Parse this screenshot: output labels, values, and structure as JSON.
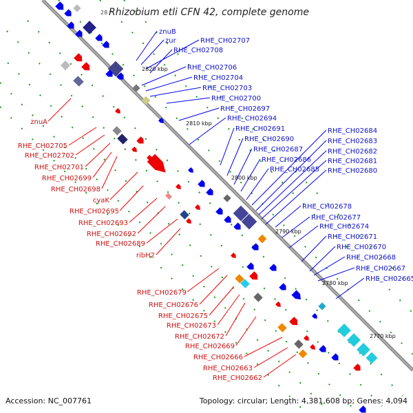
{
  "title": "Rhizobium etli CFN 42, complete genome",
  "title_prefix": "28",
  "scale_labels": [
    "2820 kbp",
    "2810 kbp",
    "2800 kbp",
    "2790 kbp",
    "2780 kbp",
    "2770 kbp"
  ],
  "red_labels": [
    "znuA",
    "RHE_CH02705",
    "RHE_CH02702",
    "RHE_CH02701",
    "RHE_CH02699",
    "RHE_CH02698",
    "cyaK",
    "RHE_CH02695",
    "RHE_CH02693",
    "RHE_CH02692",
    "RHE_CH02689",
    "ribH2",
    "RHE_CH02679",
    "RHE_CH02676",
    "RHE_CH02675",
    "RHE_CH02673",
    "RHE_CH02672",
    "RHE_CH02669",
    "RHE_CH02666",
    "RHE_CH02663",
    "RHE_CH02662"
  ],
  "blue_labels": [
    "znuB",
    "zur",
    "RHE_CH02707",
    "RHE_CH02708",
    "RHE_CH02706",
    "RHE_CH02704",
    "RHE_CH02703",
    "RHE_CH02700",
    "RHE_CH02697",
    "RHE_CH02694",
    "RHE_CH02691",
    "RHE_CH02690",
    "RHE_CH02687",
    "RHE_CH02686",
    "RHE_CH02685",
    "RHE_CH02684",
    "RHE_CH02683",
    "RHE_CH02682",
    "RHE_CH02681",
    "RHE_CH02680",
    "RHE_CH02678",
    "RHE_CH02677",
    "RHE_CH02674",
    "RHE_CH02671",
    "RHE_CH02670",
    "RHE_CH02668",
    "RHE_CH02667",
    "RHE_CH02665"
  ],
  "footer": {
    "accession": "Accession: NC_007761",
    "summary": "Topology: circular; Length: 4,381,608 bp; Genes: 4,094"
  },
  "colors": {
    "backbone": "#8a8a8a",
    "forward_strand": "#ee0000",
    "reverse_strand": "#0000ee",
    "label_red": "#cc1111",
    "label_blue": "#1111cc",
    "dots": "#119911"
  }
}
